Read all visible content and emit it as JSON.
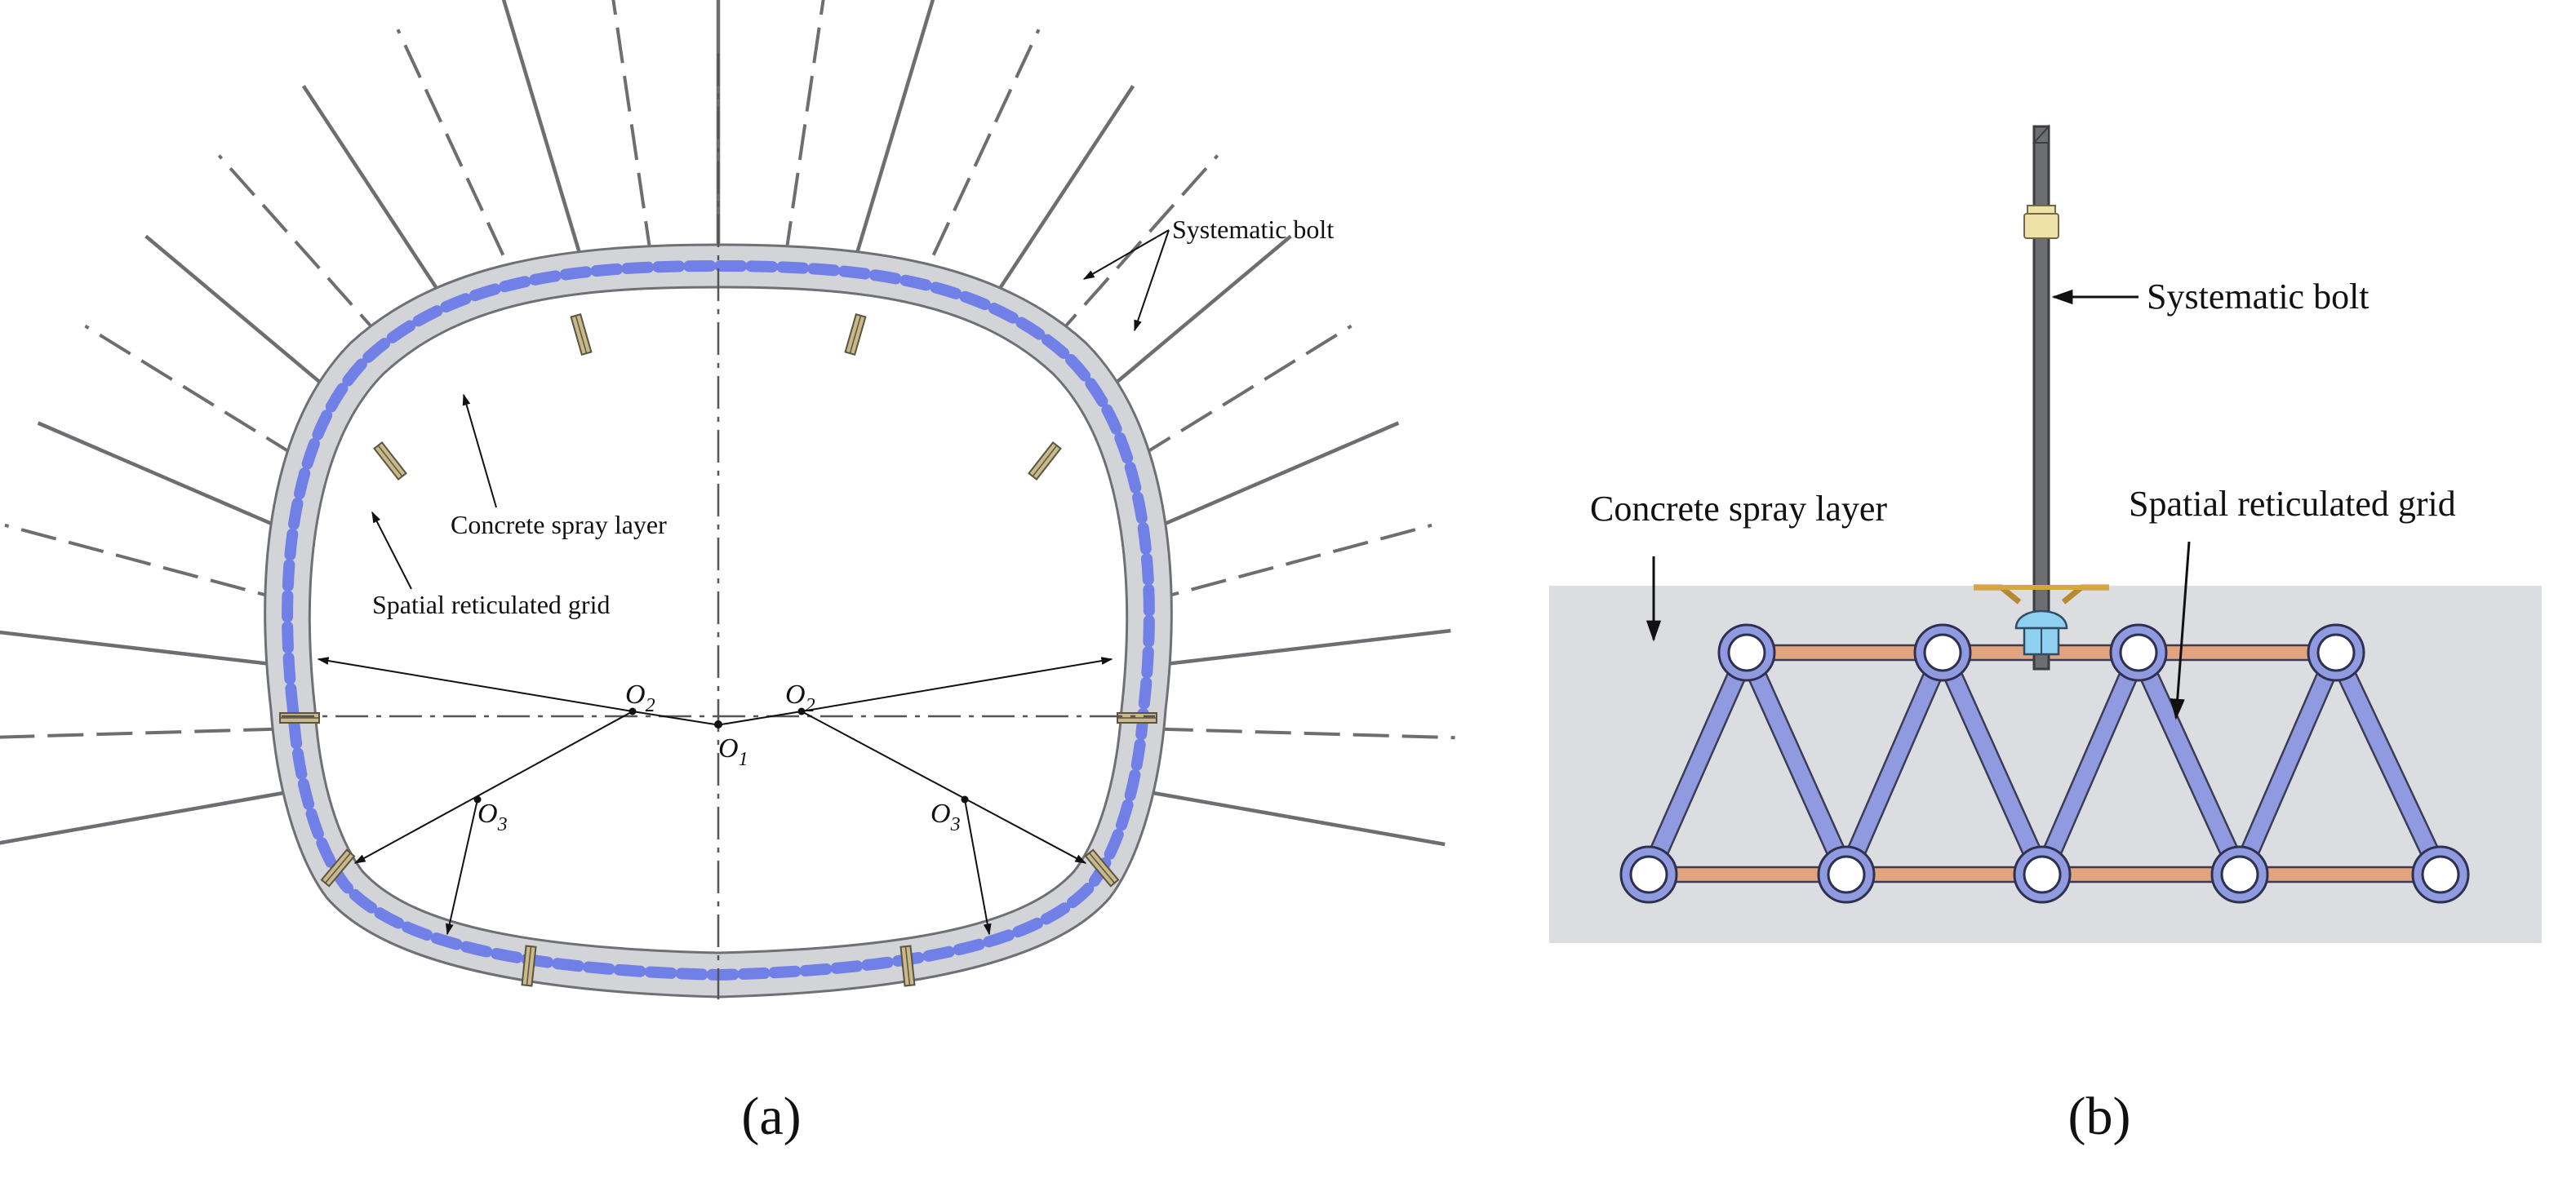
{
  "panel_a": {
    "caption": "(a)",
    "labels": {
      "systematic_bolt": "Systematic bolt",
      "concrete_spray_layer": "Concrete spray layer",
      "spatial_grid": "Spatial reticulated grid"
    },
    "points": {
      "o1": "O",
      "o1_sub": "1",
      "o2": "O",
      "o2_sub": "2",
      "o3": "O",
      "o3_sub": "3"
    }
  },
  "panel_b": {
    "caption": "(b)",
    "labels": {
      "systematic_bolt": "Systematic bolt",
      "concrete_spray_layer": "Concrete spray layer",
      "spatial_grid": "Spatial reticulated grid"
    }
  },
  "colors": {
    "lining_fill": "#d2d4d8",
    "lining_stroke": "#6e7075",
    "grid_blue": "#6677e8",
    "bolt_gray": "#6c6e72",
    "bar_orange": "#e2a47e",
    "strut_blue": "#8f9ae0",
    "spray_gray": "#dcdde0",
    "bolt_head": "#efe2a6",
    "connector_blue": "#8fd0f0"
  }
}
